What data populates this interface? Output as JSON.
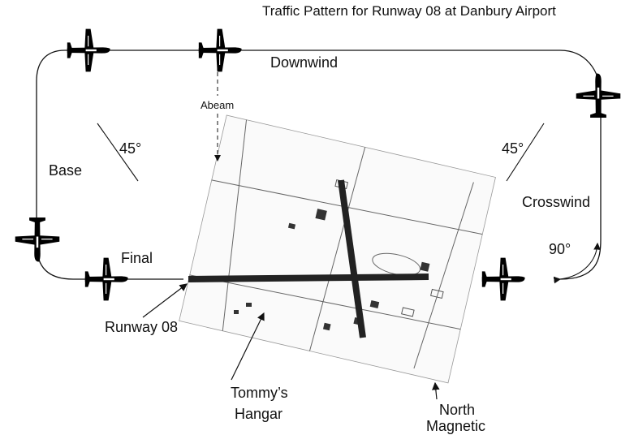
{
  "title": "Traffic Pattern for Runway 08 at Danbury Airport",
  "legs": {
    "downwind": "Downwind",
    "base": "Base",
    "crosswind": "Crosswind",
    "final": "Final",
    "abeam": "Abeam"
  },
  "angles": {
    "left_turn": "45°",
    "right_turn": "45°",
    "crosswind_turn": "90°"
  },
  "callouts": {
    "runway": "Runway 08",
    "hangar_line1": "Tommy’s",
    "hangar_line2": "Hangar",
    "north_line1": "North",
    "north_line2": "Magnetic"
  },
  "colors": {
    "ink": "#111111",
    "chart": "#666666",
    "background": "#ffffff"
  },
  "icons": [
    "airplane-icon",
    "arrow-icon"
  ]
}
